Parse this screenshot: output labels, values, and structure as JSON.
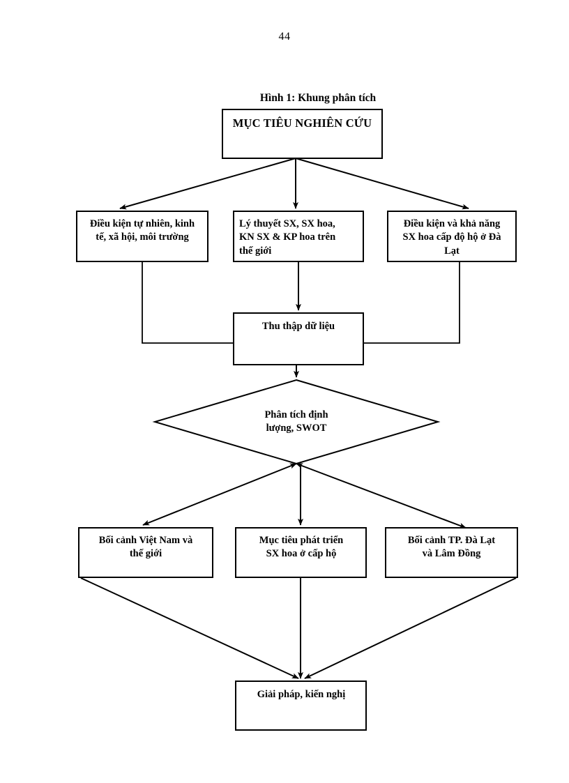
{
  "page": {
    "number": "44"
  },
  "figure": {
    "title": "Hình 1: Khung phân tích",
    "diagram_type": "flowchart"
  },
  "nodes": {
    "objective": {
      "label": "MỤC TIÊU NGHIÊN CỨU",
      "shape": "rectangle"
    },
    "conditions_natural": {
      "label": "Điều kiện tự nhiên, kinh\ntế, xã hội, môi trường",
      "shape": "rectangle"
    },
    "theory": {
      "label": "Lý thuyết SX, SX hoa,\nKN SX & KP hoa trên\nthế giới",
      "shape": "rectangle"
    },
    "conditions_capacity": {
      "label": "Điều kiện và khả năng\nSX hoa cấp độ hộ ở Đà\nLạt",
      "shape": "rectangle"
    },
    "data_collection": {
      "label": "Thu thập dữ liệu",
      "shape": "rectangle"
    },
    "analysis": {
      "label": "Phân tích định\nlượng, SWOT",
      "shape": "diamond"
    },
    "context_vietnam": {
      "label": "Bối cảnh Việt Nam và\nthế giới",
      "shape": "rectangle"
    },
    "development_goal": {
      "label": "Mục tiêu phát triển\nSX  hoa ở  cấp hộ",
      "shape": "rectangle"
    },
    "context_dalat": {
      "label": "Bối cảnh TP. Đà Lạt\nvà Lâm Đồng",
      "shape": "rectangle"
    },
    "solutions": {
      "label": "Giải pháp, kiến nghị",
      "shape": "rectangle"
    }
  },
  "colors": {
    "stroke": "#000000",
    "fill": "#ffffff",
    "text": "#000000"
  }
}
